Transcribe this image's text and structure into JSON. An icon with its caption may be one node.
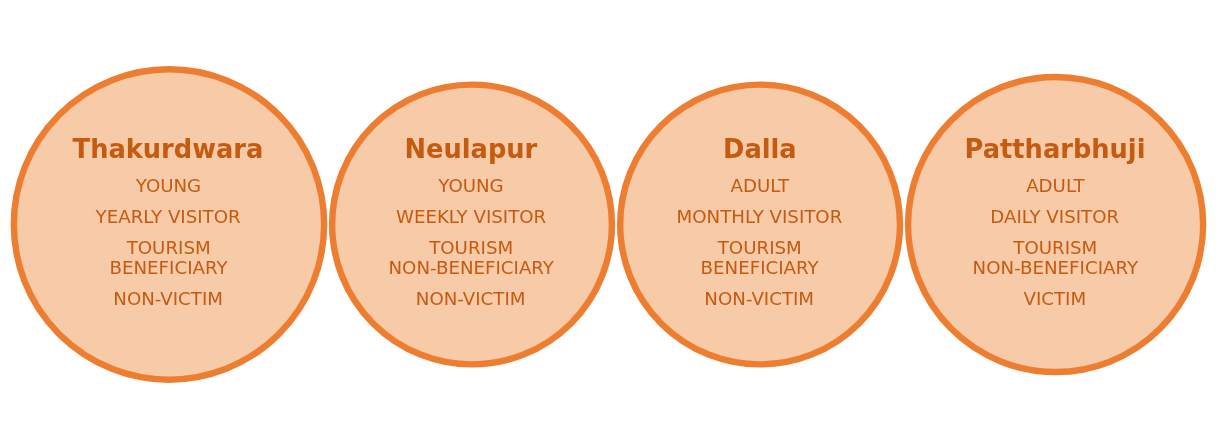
{
  "diagram": {
    "nodes": [
      {
        "text": [
          "Thakurdwara",
          "YOUNG",
          "YEARLY VISITOR",
          "TOURISM BENEFICIARY",
          "NON-VICTIM"
        ]
      },
      {
        "text": [
          "Neulapur",
          "YOUNG",
          "WEEKLY VISITOR",
          "TOURISM NON-BENEFICIARY",
          "NON-VICTIM"
        ]
      },
      {
        "text": [
          "Dalla",
          "ADULT",
          "MONTHLY VISITOR",
          "TOURISM BENEFICIARY",
          "NON-VICTIM"
        ]
      },
      {
        "text": [
          "Pattharbhuji",
          "ADULT",
          "DAILY VISITOR",
          "TOURISM NON-BENEFICIARY",
          "VICTIM"
        ]
      }
    ]
  }
}
